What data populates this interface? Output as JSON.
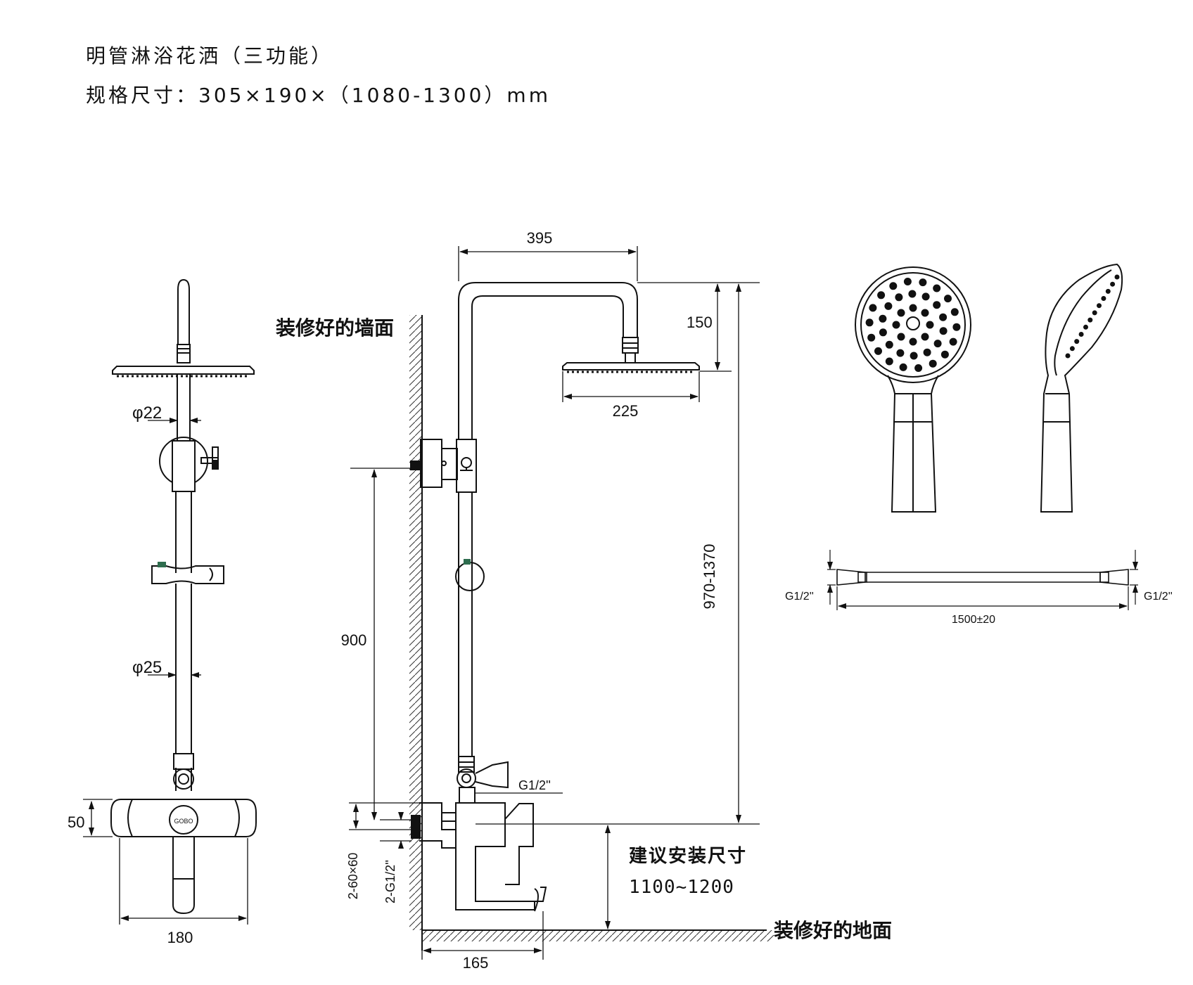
{
  "header": {
    "title": "明管淋浴花洒（三功能）",
    "spec": "规格尺寸：305×190×（1080-1300）mm"
  },
  "front_view": {
    "dim_pipe_upper": "φ22",
    "dim_pipe_lower": "φ25",
    "dim_valve_height": "50",
    "dim_valve_width": "180",
    "brand_mark": "GOBO"
  },
  "side_view": {
    "wall_label": "装修好的墙面",
    "floor_label": "装修好的地面",
    "dim_arm_reach": "395",
    "dim_head_drop": "150",
    "dim_head_width": "225",
    "dim_total_height": "970-1370",
    "dim_bracket_height": "900",
    "dim_inlet_spacing": "2-60×60",
    "dim_inlet_thread": "2-G1/2''",
    "dim_outlet_thread": "G1/2''",
    "dim_spout_depth": "165",
    "install_label": "建议安装尺寸",
    "install_range": "1100~1200"
  },
  "hose": {
    "left_thread": "G1/2''",
    "right_thread": "G1/2''",
    "length": "1500±20"
  }
}
